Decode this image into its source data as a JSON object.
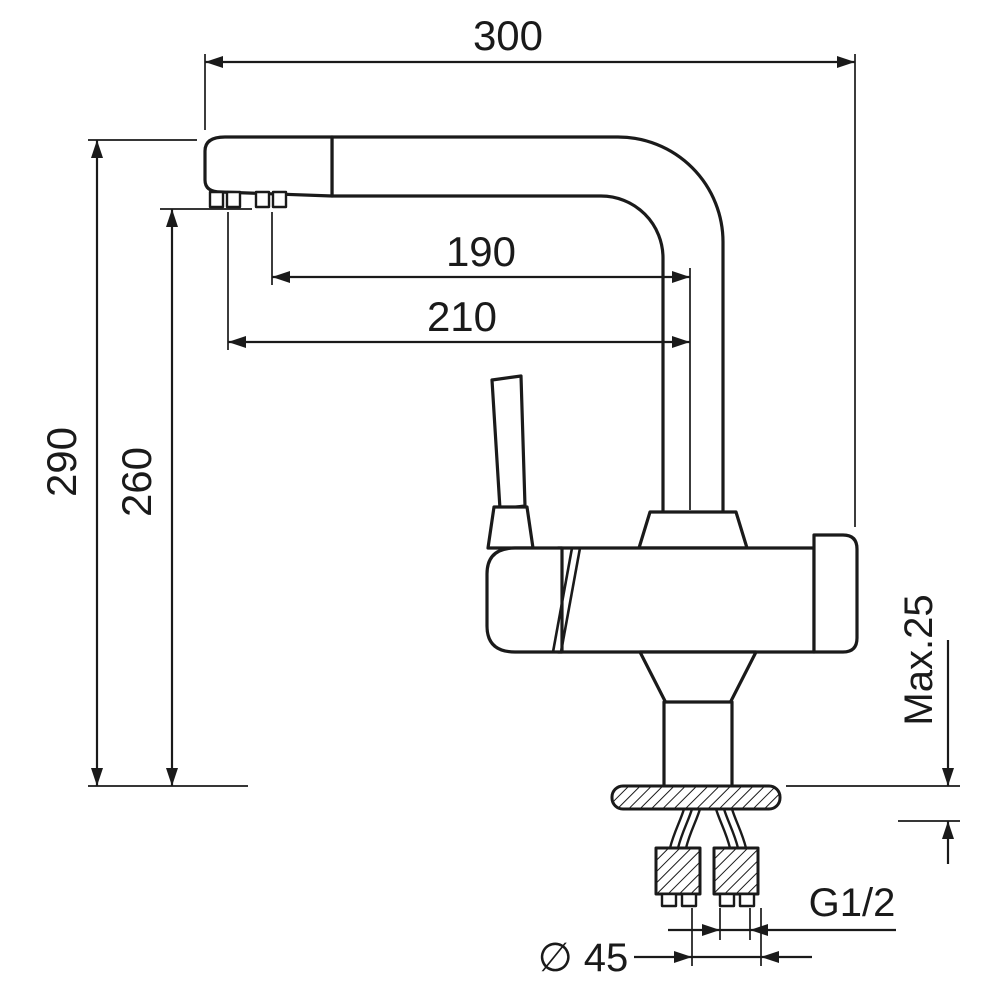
{
  "diagram": {
    "labels": {
      "overall_width": "300",
      "reach_inner": "190",
      "reach_outer": "210",
      "height_total": "290",
      "height_spout": "260",
      "max_panel_thickness": "Max.25",
      "connection_thread": "G1/2",
      "mounting_hole_diameter": "∅ 45"
    }
  }
}
